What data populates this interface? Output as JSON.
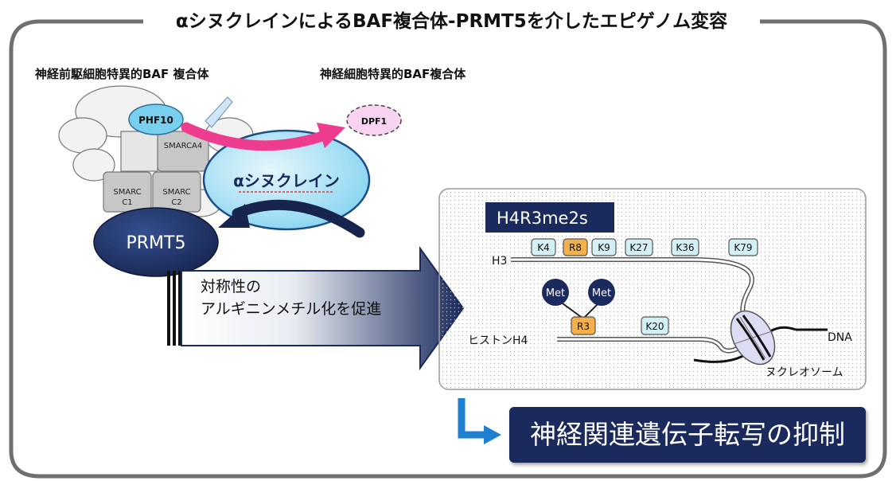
{
  "title": "αシヌクレインによるBAF複合体-PRMT5を介したエピゲノム変容",
  "left_complex_label": "神経前駆細胞特異的BAF 複合体",
  "right_complex_label": "神経細胞特異的BAF複合体",
  "proteins": {
    "phf10": "PHF10",
    "dpf1": "DPF1",
    "smarca4": "SMARCA4",
    "smarcc1_line1": "SMARC",
    "smarcc1_line2": "C1",
    "smarcc2_line1": "SMARC",
    "smarcc2_line2": "C2",
    "asyn": "αシヌクレイン",
    "prmt5": "PRMT5"
  },
  "promotes_line1": "対称性の",
  "promotes_line2": "アルギニンメチル化を促進",
  "chromatin": {
    "mark": "H4R3me2s",
    "h3_label": "H3",
    "h4_label": "ヒストンH4",
    "h3_residues": [
      "K4",
      "R8",
      "K9",
      "K27",
      "K36",
      "K79"
    ],
    "r3": "R3",
    "k20": "K20",
    "met": "Met",
    "dna": "DNA",
    "nucleosome": "ヌクレオソーム"
  },
  "result": "神経関連遺伝子転写の抑制",
  "colors": {
    "navy": "#1a2a5c",
    "cyan": "#79d0ee",
    "pink": "#ee3d8f",
    "orange": "#f4b04a",
    "light_cyan": "#d2f0f6"
  }
}
